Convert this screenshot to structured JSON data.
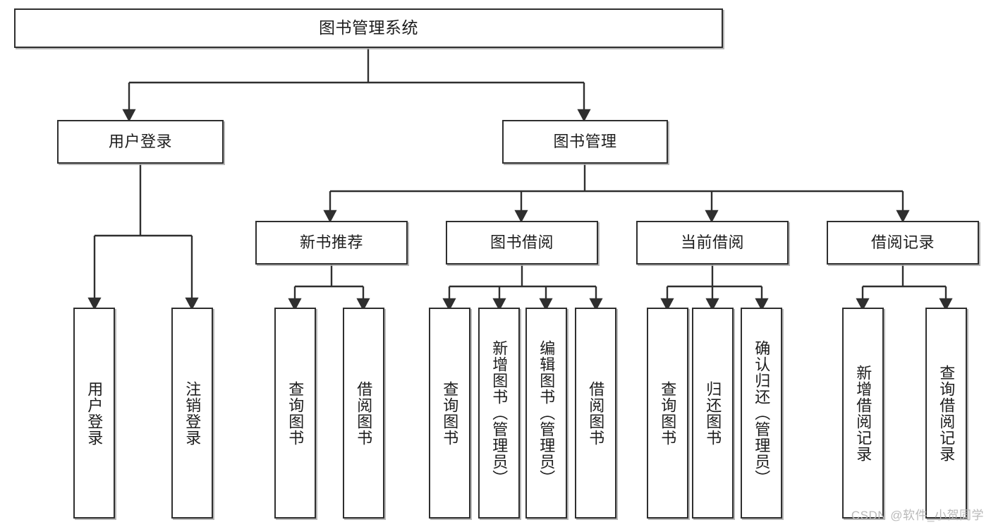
{
  "diagram": {
    "title": "图书管理系统",
    "type": "tree",
    "watermark": "CSDN @软件_小贺同学",
    "colors": {
      "node_border": "#2f2f2f",
      "node_fill": "#ffffff",
      "edge": "#2f2f2f",
      "text": "#1d1d1d",
      "watermark": "#b9b9b9"
    },
    "nodes": {
      "root": {
        "label": "图书管理系统"
      },
      "level2": [
        {
          "label": "用户登录"
        },
        {
          "label": "图书管理"
        }
      ],
      "level3": [
        {
          "label": "新书推荐"
        },
        {
          "label": "图书借阅"
        },
        {
          "label": "当前借阅"
        },
        {
          "label": "借阅记录"
        }
      ],
      "leaves_user_login": [
        {
          "label": "用户登录"
        },
        {
          "label": "注销登录"
        }
      ],
      "leaves_new_book": [
        {
          "label": "查询图书"
        },
        {
          "label": "借阅图书"
        }
      ],
      "leaves_borrow": [
        {
          "label": "查询图书"
        },
        {
          "label": "新增图书（管理员）"
        },
        {
          "label": "编辑图书（管理员）"
        },
        {
          "label": "借阅图书"
        }
      ],
      "leaves_current": [
        {
          "label": "查询图书"
        },
        {
          "label": "归还图书"
        },
        {
          "label": "确认归还（管理员）"
        }
      ],
      "leaves_records": [
        {
          "label": "新增借阅记录"
        },
        {
          "label": "查询借阅记录"
        }
      ]
    }
  }
}
